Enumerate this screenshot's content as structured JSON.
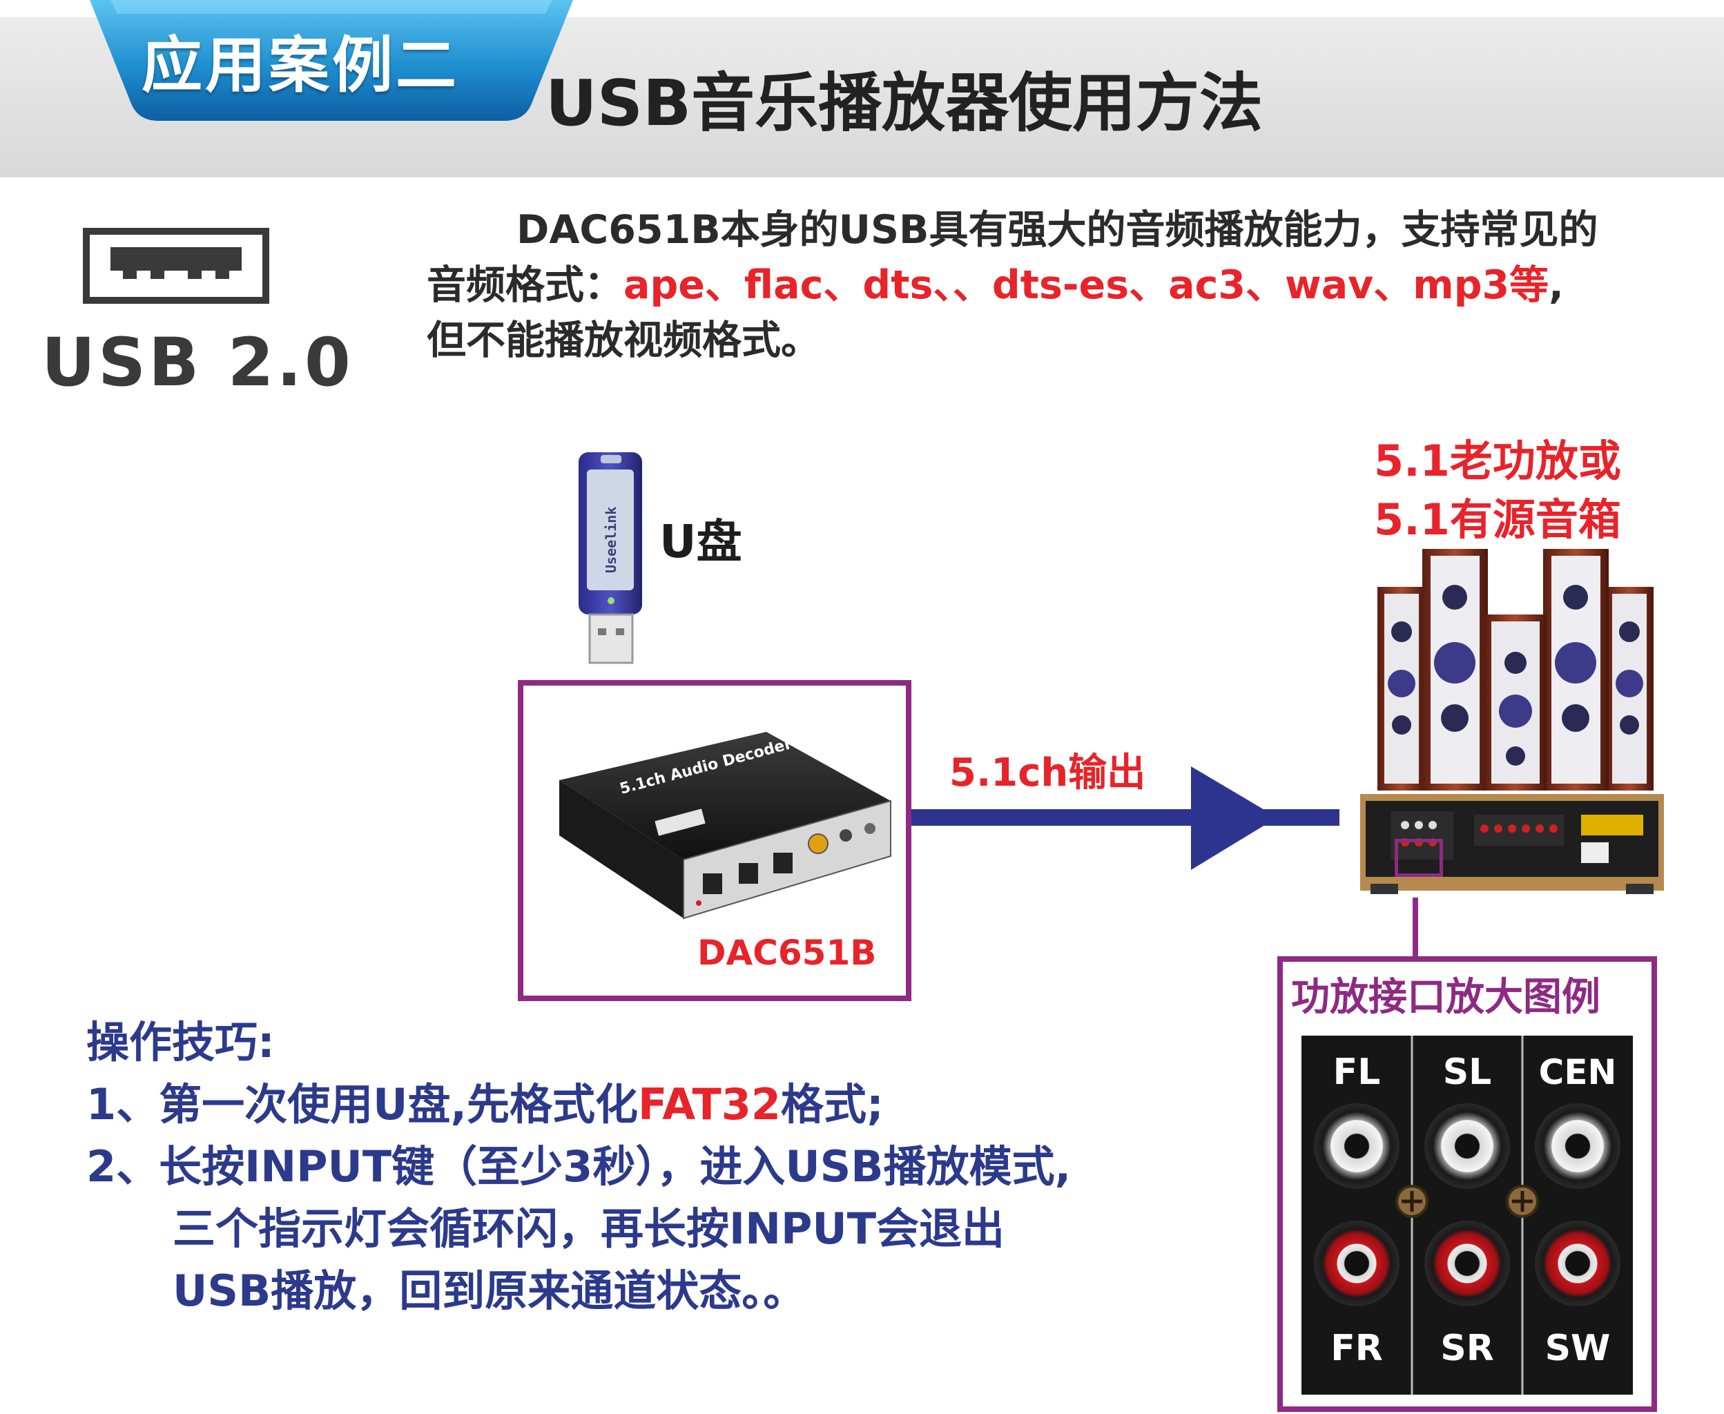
{
  "header": {
    "tab_label": "应用案例二",
    "title": "USB音乐播放器使用方法"
  },
  "usb_badge": {
    "version": "USB 2.0",
    "icon": "usb-port-icon"
  },
  "intro": {
    "line1": "DAC651B本身的USB具有强大的音频播放能力，支持常见的",
    "line2_prefix": "音频格式：",
    "line2_formats": "ape、flac、dts、、dts-es、ac3、wav、mp3等",
    "line2_suffix": ",",
    "line3": "但不能播放视频格式。"
  },
  "flash_drive": {
    "label": "U盘",
    "brand": "Useelink"
  },
  "decoder": {
    "model": "DAC651B",
    "product_text": "5.1ch Audio Decoder"
  },
  "output": {
    "label": "5.1ch输出"
  },
  "amplifier": {
    "title_line1": "5.1老功放或",
    "title_line2": "5.1有源音箱"
  },
  "jack_panel": {
    "title": "功放接口放大图例",
    "top_labels": [
      "FL",
      "SL",
      "CEN"
    ],
    "bottom_labels": [
      "FR",
      "SR",
      "SW"
    ]
  },
  "tips": {
    "heading": "操作技巧:",
    "step1_prefix": "1、第一次使用U盘,先格式化",
    "step1_highlight": "FAT32",
    "step1_suffix": "格式;",
    "step2_line1": "2、长按INPUT键（至少3秒），进入USB播放模式,",
    "step2_line2": "三个指示灯会循环闪，再长按INPUT会退出",
    "step2_line3": "USB播放，回到原来通道状态。。"
  },
  "colors": {
    "accent_red": "#e8232a",
    "frame_purple": "#8e2a84",
    "tips_blue": "#2c3a8c",
    "arrow_blue": "#2d3490",
    "tab_blue": "#1f8fd0"
  }
}
